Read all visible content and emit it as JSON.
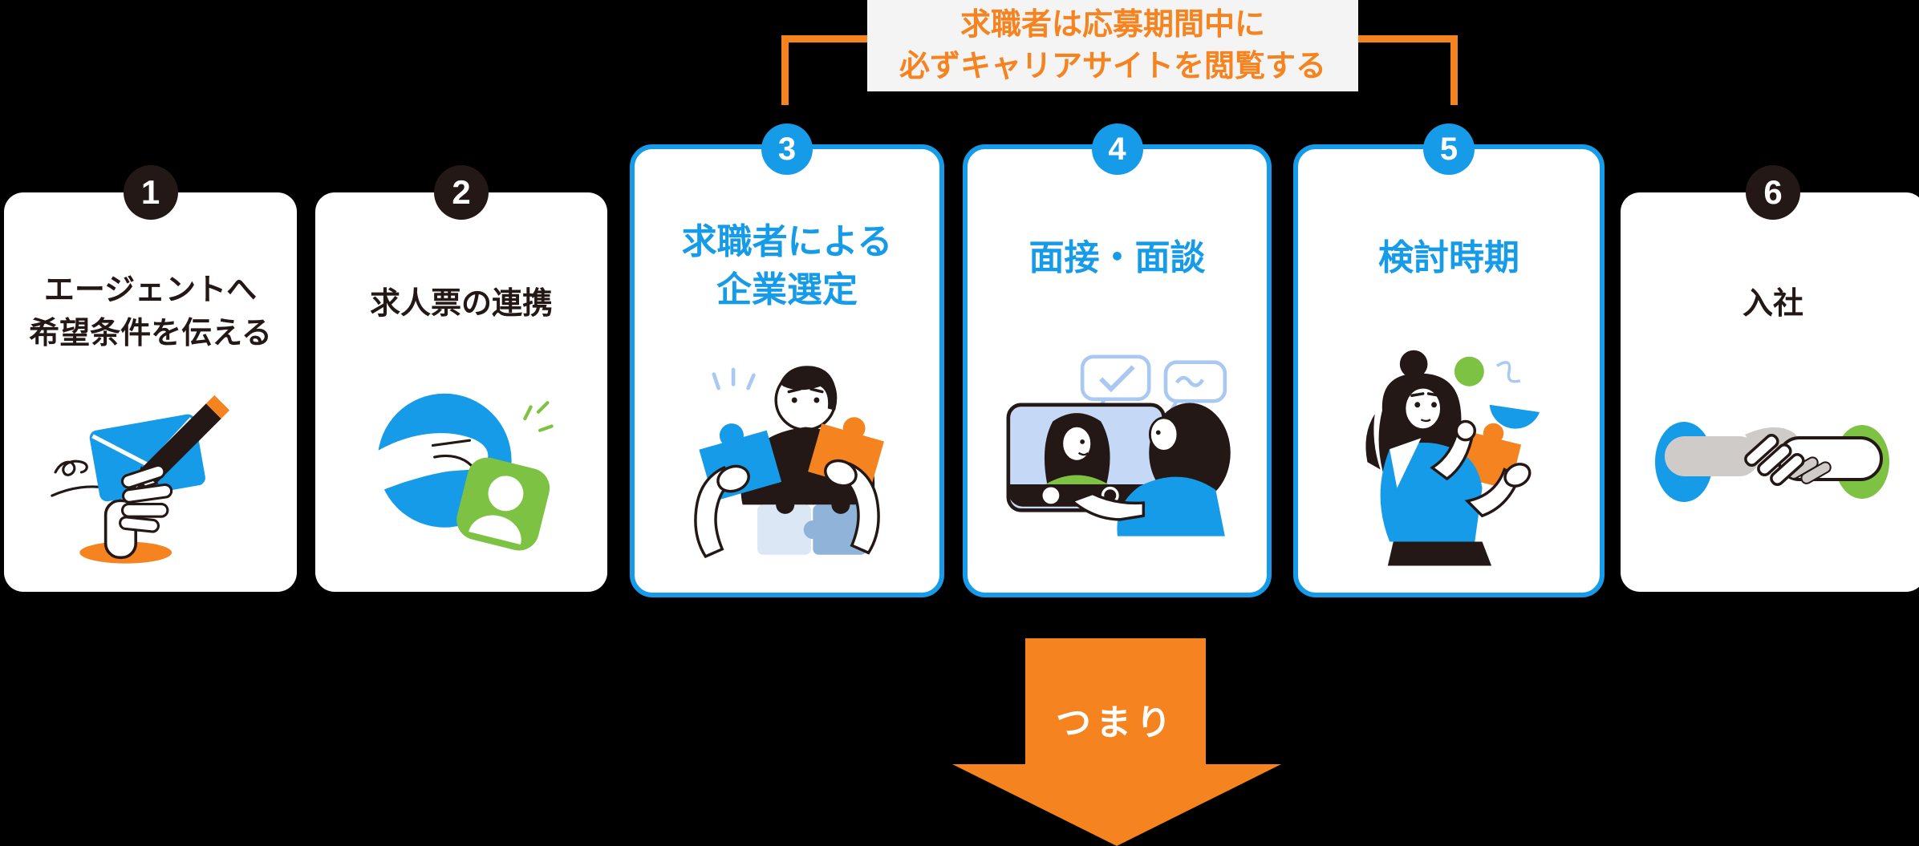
{
  "banner": {
    "line1": "求職者は応募期間中に",
    "line2": "必ずキャリアサイトを閲覧する"
  },
  "steps": [
    {
      "number": "1",
      "title_lines": [
        "エージェントへ",
        "希望条件を伝える"
      ],
      "highlighted": false,
      "illustration": "envelope-and-pencil"
    },
    {
      "number": "2",
      "title_lines": [
        "求人票の連携"
      ],
      "highlighted": false,
      "illustration": "hand-passing-contact-card"
    },
    {
      "number": "3",
      "title_lines": [
        "求職者による",
        "企業選定"
      ],
      "highlighted": true,
      "illustration": "person-comparing-puzzle-pieces"
    },
    {
      "number": "4",
      "title_lines": [
        "面接・面談"
      ],
      "highlighted": true,
      "illustration": "online-interview"
    },
    {
      "number": "5",
      "title_lines": [
        "検討時期"
      ],
      "highlighted": true,
      "illustration": "woman-considering-puzzle-piece"
    },
    {
      "number": "6",
      "title_lines": [
        "入社"
      ],
      "highlighted": false,
      "illustration": "handshake"
    }
  ],
  "arrow": {
    "label": "つまり"
  },
  "colors": {
    "background": "#000000",
    "card": "#FFFFFF",
    "accent_blue": "#169BE8",
    "accent_orange": "#F5831F",
    "dark": "#231815",
    "accent_green": "#7DC242",
    "banner_bg": "#F4F4F4",
    "light_blue": "#C5D8F5"
  }
}
